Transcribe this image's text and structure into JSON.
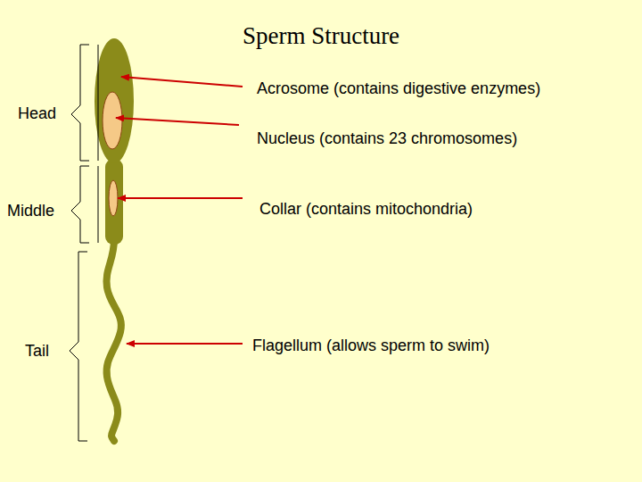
{
  "diagram": {
    "title": "Sperm Structure",
    "labels": [
      "Head",
      "Middle",
      "Tail",
      "Acrosome (contains digestive enzymes)",
      "Nucleus (contains 23 chromosomes)",
      "Collar (contains mitochondria)",
      "Flagellum (allows sperm to swim)"
    ]
  }
}
